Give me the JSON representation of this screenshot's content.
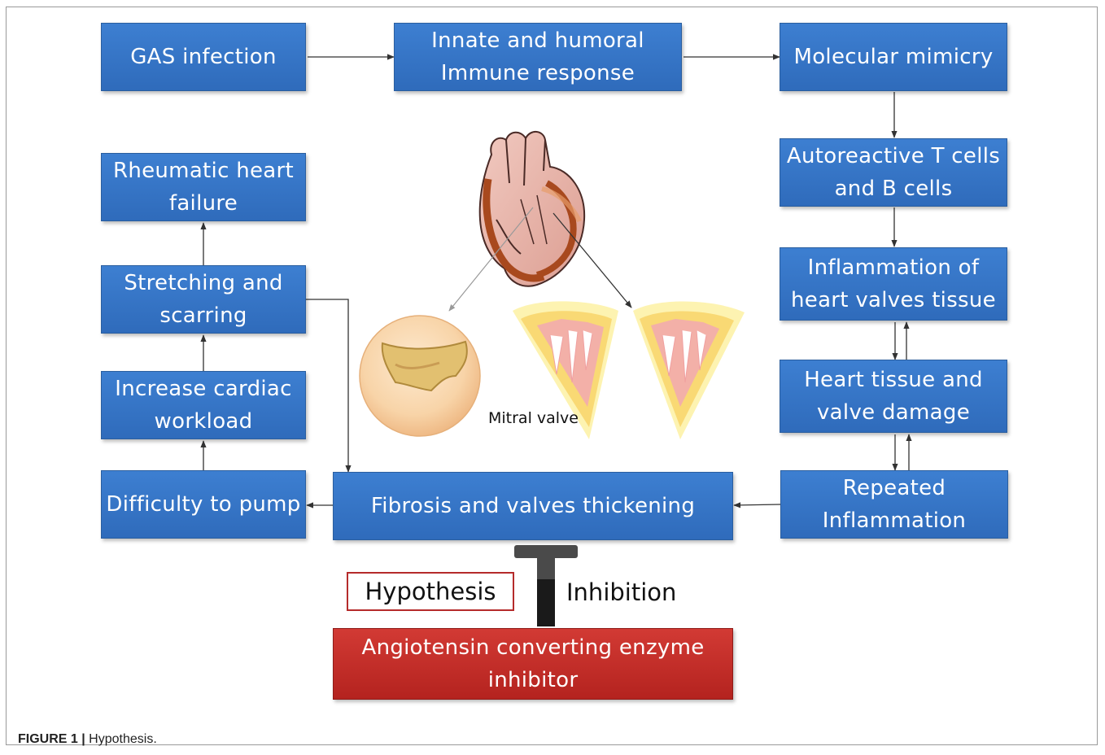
{
  "boxes": {
    "gas_infection": "GAS infection",
    "immune_response": "Innate and humoral\nImmune response",
    "molecular_mimicry": "Molecular mimicry",
    "autoreactive_cells": "Autoreactive T cells\nand B cells",
    "inflammation_valves": "Inflammation of\nheart valves tissue",
    "tissue_damage": "Heart tissue and\nvalve damage",
    "repeated_inflammation": "Repeated\nInflammation",
    "fibrosis": "Fibrosis and valves thickening",
    "difficulty_pump": "Difficulty to pump",
    "increase_workload": "Increase cardiac\nworkload",
    "stretching_scarring": "Stretching and\nscarring",
    "heart_failure": "Rheumatic heart\nfailure",
    "ace_inhibitor": "Angiotensin converting enzyme\ninhibitor"
  },
  "labels": {
    "hypothesis": "Hypothesis",
    "inhibition": "Inhibition",
    "mitral_valve": "Mitral valve"
  },
  "caption": {
    "figure": "FIGURE 1 |",
    "text": " Hypothesis."
  },
  "colors": {
    "box_blue": "#2f6bbb",
    "box_red": "#b4231f",
    "inhibitor_bar": "#1a1a1a"
  }
}
